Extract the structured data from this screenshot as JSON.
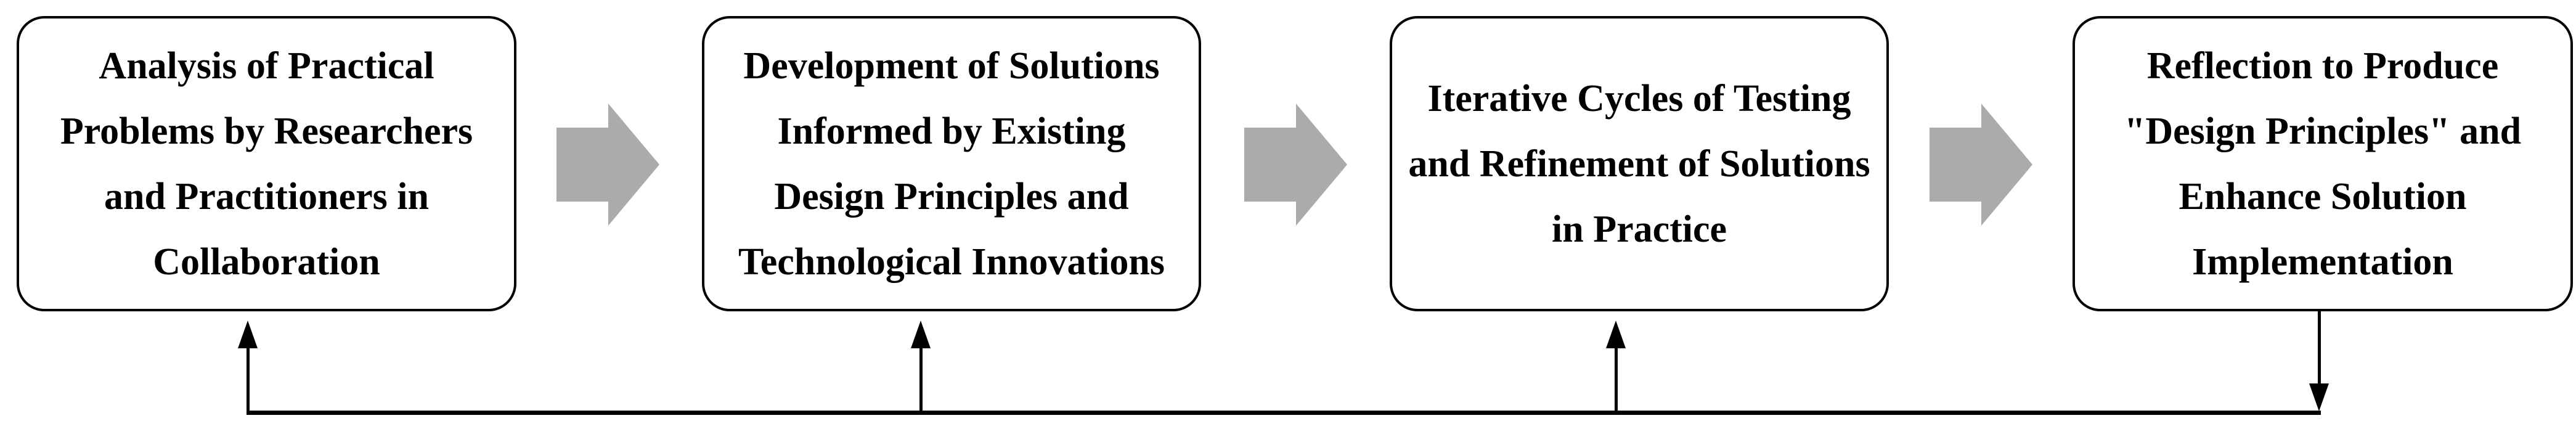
{
  "diagram": {
    "type": "flow-diagram",
    "stages": [
      {
        "lines": [
          "Analysis of Practical",
          "Problems by Researchers",
          "and Practitioners in",
          "Collaboration"
        ]
      },
      {
        "lines": [
          "Development of Solutions",
          "Informed by Existing",
          "Design Principles and",
          "Technological Innovations"
        ]
      },
      {
        "lines": [
          "Iterative Cycles of Testing",
          "and Refinement of Solutions",
          "in Practice"
        ]
      },
      {
        "lines": [
          "Reflection to Produce",
          "\"Design Principles\" and",
          "Enhance Solution",
          "Implementation"
        ]
      }
    ],
    "connectors": {
      "forward_arrow_icon": "right-block-arrow",
      "feedback_up_icon": "up-arrow",
      "feedback_down_icon": "down-arrow"
    },
    "colors": {
      "background": "#ffffff",
      "box_border": "#000000",
      "text": "#000000",
      "flow_arrow_gray": "#ababab",
      "feedback_line": "#000000"
    }
  }
}
